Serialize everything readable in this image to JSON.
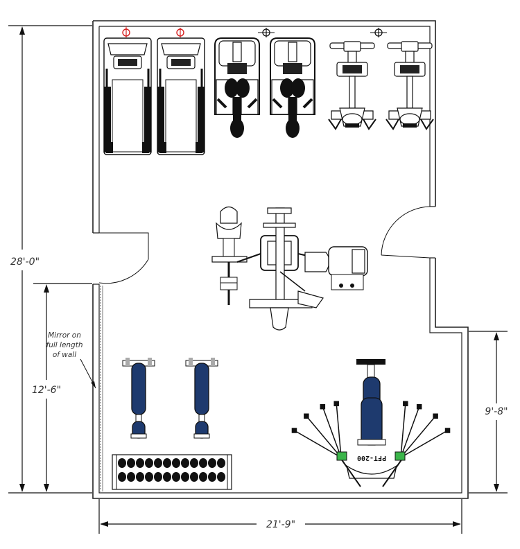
{
  "dimensions": {
    "total_length": "28'-0\"",
    "lower_length": "12'-6\"",
    "right_length": "9'-8\"",
    "width": "21'-9\""
  },
  "note": {
    "line1": "Mirror on",
    "line2": "full length",
    "line3": "of wall"
  },
  "equipment_label": "PFT-200",
  "colors": {
    "bench_pad": "#1e3a6e",
    "outlet": "#d62020",
    "handle_green": "#3bb54a",
    "wall": "#222222"
  },
  "icons": [
    "treadmill-icon",
    "elliptical-icon",
    "upright-bike-icon",
    "multi-station-gym-icon",
    "bench-icon",
    "dumbbell-rack-icon",
    "functional-trainer-icon",
    "outlet-icon",
    "door-swing-icon"
  ]
}
